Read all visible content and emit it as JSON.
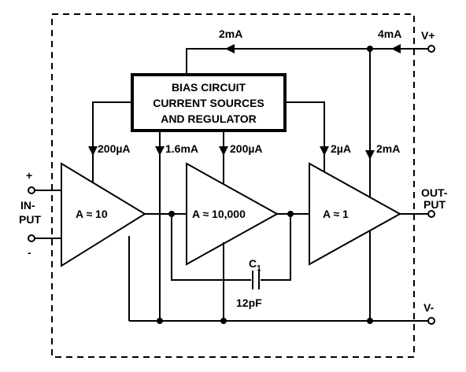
{
  "labels": {
    "bias_line1": "BIAS CIRCUIT",
    "bias_line2": "CURRENT SOURCES",
    "bias_line3": "AND REGULATOR",
    "top_current": "2mA",
    "supply_current": "4mA",
    "vplus": "V+",
    "vminus": "V-",
    "input_plus": "+",
    "input_minus": "-",
    "input_line1": "IN-",
    "input_line2": "PUT",
    "output_line1": "OUT-",
    "output_line2": "PUT",
    "current_stage1": "200µA",
    "current_stage2_left": "1.6mA",
    "current_stage2_right": "200µA",
    "current_stage3": "2µA",
    "current_right": "2mA",
    "amp1_gain": "A ≈ 10",
    "amp2_gain": "A ≈ 10,000",
    "amp3_gain": "A ≈ 1",
    "cap_name": "C",
    "cap_sub": "1",
    "cap_value": "12pF"
  },
  "colors": {
    "line": "#000000",
    "background": "#ffffff"
  }
}
